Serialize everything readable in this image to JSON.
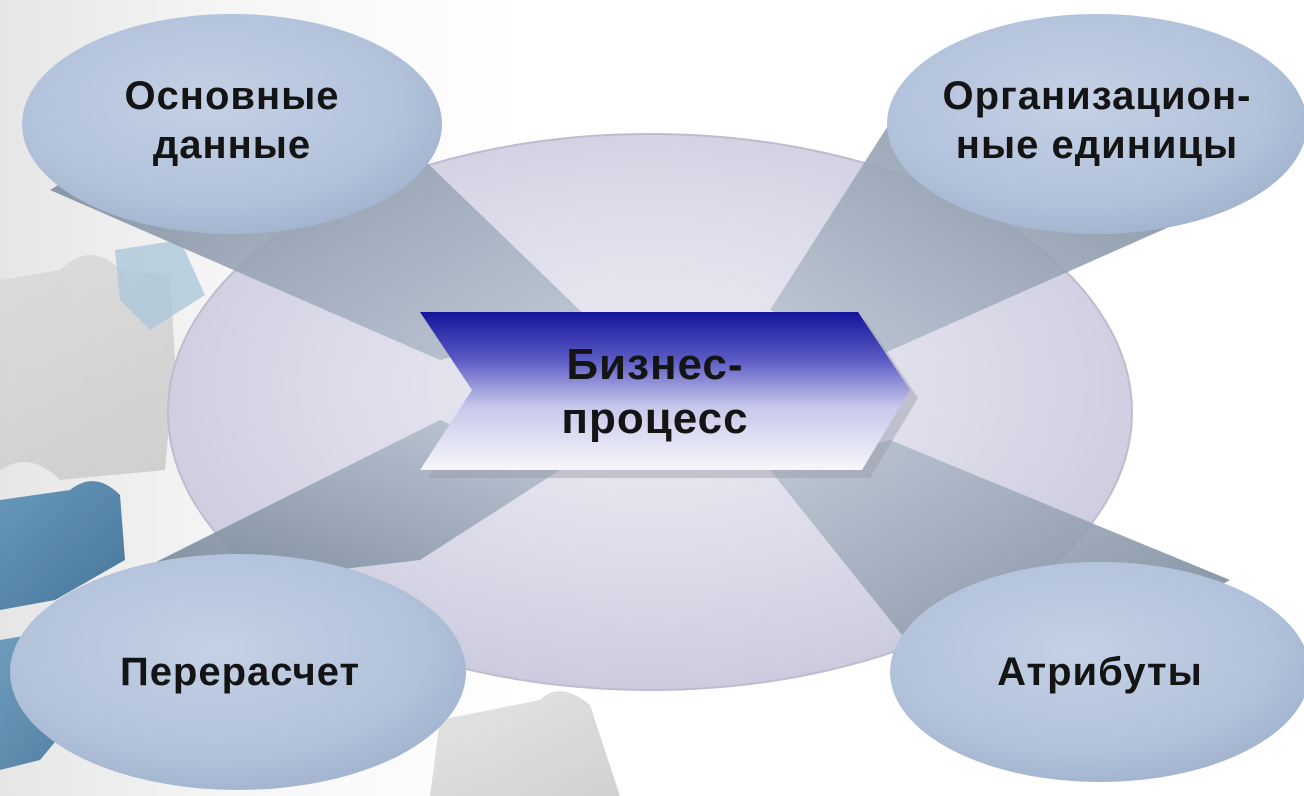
{
  "diagram": {
    "center": {
      "label": "Бизнес-\nпроцесс"
    },
    "nodes": [
      {
        "id": "top-left",
        "label": "Основные\nданные"
      },
      {
        "id": "top-right",
        "label": "Организацион-\nные единицы"
      },
      {
        "id": "bottom-left",
        "label": "Перерасчет"
      },
      {
        "id": "bottom-right",
        "label": "Атрибуты"
      }
    ]
  },
  "colors": {
    "node_fill": "#b4c4dc",
    "disc_fill": "#d8d7e6",
    "center_banner_top": "#1a1a9c",
    "center_banner_bottom": "#f4f4f8",
    "connector": "#8795a8",
    "background_puzzle_blue": "#2f6f9c"
  }
}
